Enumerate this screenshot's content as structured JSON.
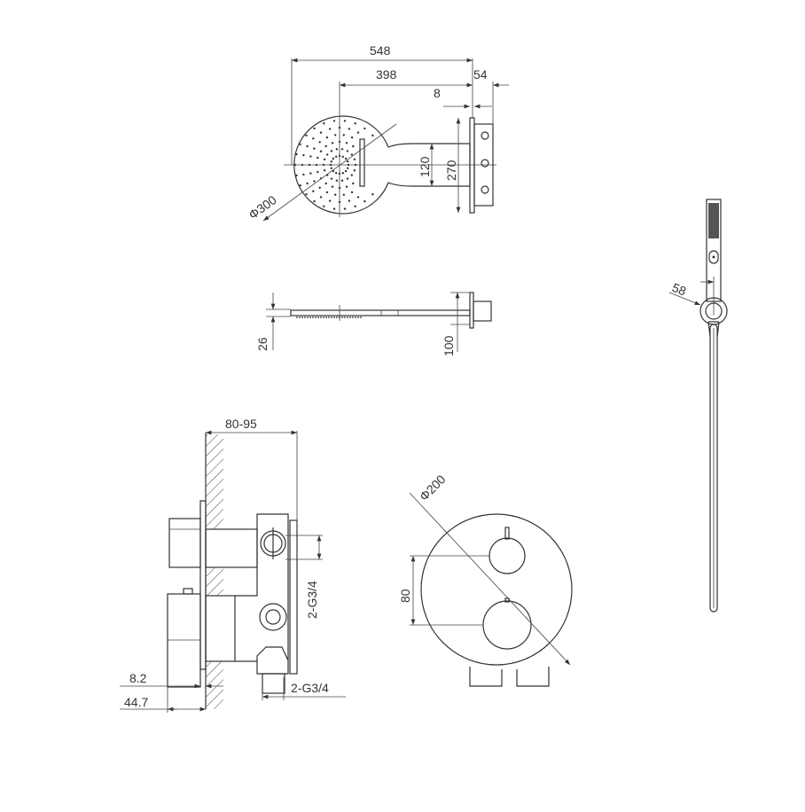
{
  "dimensions": {
    "overhead_overall_length": "548",
    "overhead_arm_length": "398",
    "overhead_mount_depth": "54",
    "overhead_plate_thickness": "8",
    "overhead_arm_width": "120",
    "overhead_plate_height": "270",
    "overhead_head_diameter": "Φ300",
    "side_head_thickness": "26",
    "side_plate_height": "100",
    "hand_holder_size": "58",
    "valve_wall_depth": "80-95",
    "valve_outlet_thread": "2-G3/4",
    "valve_inlet_thread": "2-G3/4",
    "valve_plate_thickness": "8.2",
    "valve_handle_projection": "44.7",
    "trim_plate_diameter": "Φ200",
    "trim_knob_spacing": "80"
  },
  "colors": {
    "line": "#333333",
    "background": "#ffffff"
  }
}
